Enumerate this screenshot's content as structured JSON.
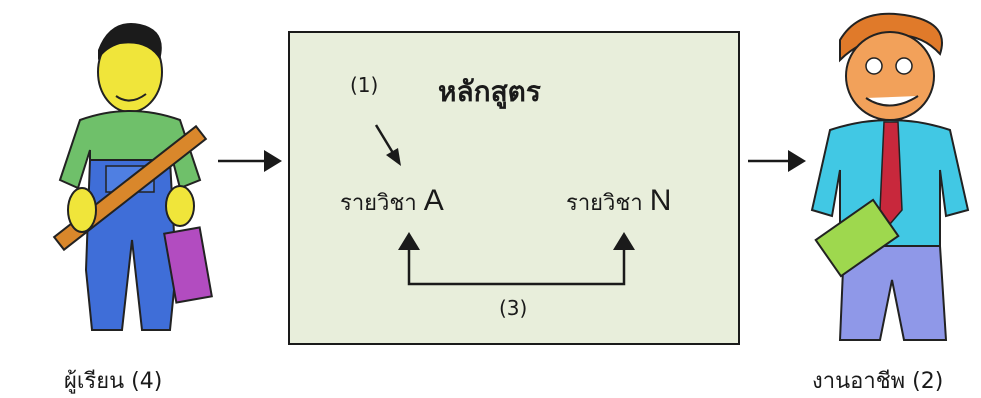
{
  "diagram": {
    "title": "หลักสูตร",
    "subject_a_prefix": "รายวิชา",
    "subject_a_letter": "A",
    "subject_n_prefix": "รายวิชา",
    "subject_n_letter": "N",
    "label_1": "(1)",
    "label_3": "(3)",
    "learner_caption": "ผู้เรียน (4)",
    "career_caption": "งานอาชีพ (2)"
  },
  "colors": {
    "box_fill": "#e8eedb",
    "border": "#1a1a1a"
  },
  "icons": [
    "student-illustration",
    "worker-illustration"
  ]
}
